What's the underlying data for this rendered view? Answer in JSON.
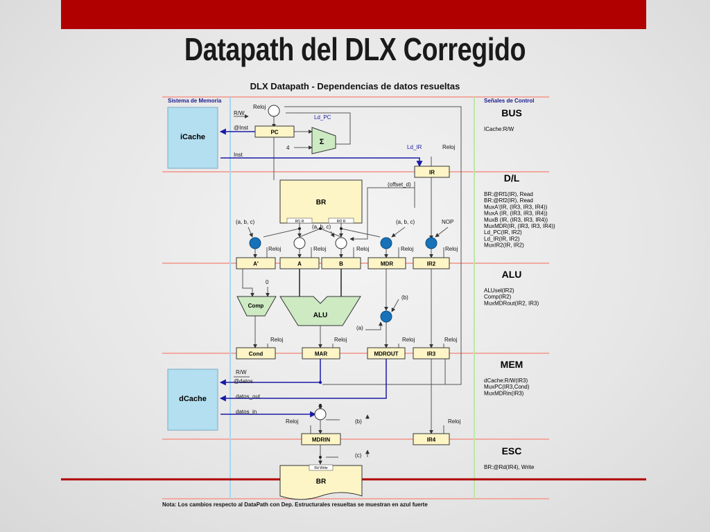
{
  "slide_title": "Datapath del DLX Corregido",
  "diagram": {
    "title": "DLX Datapath - Dependencias de datos resueltas",
    "left_header": "Sistema de Memoria",
    "right_header": "Señales de Control",
    "memories": {
      "icache": "iCache",
      "dcache": "dCache"
    },
    "registers": {
      "pc": "PC",
      "ir": "IR",
      "a_prime": "A'",
      "a": "A",
      "b": "B",
      "mdr": "MDR",
      "ir2": "IR2",
      "cond": "Cond",
      "mar": "MAR",
      "mdrout": "MDROUT",
      "ir3": "IR3",
      "mdrin": "MDRIN",
      "ir4": "IR4"
    },
    "units": {
      "br": "BR",
      "rf1": "Rf1 R",
      "rf2": "Rf2 R",
      "comp": "Comp",
      "alu": "ALU",
      "adder": "Σ",
      "br_wb": "BR",
      "rd_write": "Rd Write"
    },
    "signals": {
      "reloj": "Reloj",
      "rw": "R/W",
      "inst_addr": "@Inst",
      "inst": "Inst",
      "ld_pc": "Ld_PC",
      "ld_ir": "Ld_IR",
      "four": "4",
      "offset_d": "(offset_d)",
      "abc": "(a, b, c)",
      "nop": "NOP",
      "zero": "0",
      "a_tag": "(a)",
      "b_tag": "(b)",
      "c_tag": "(c)",
      "datos_addr": "@datos",
      "datos_out": "datos_out",
      "datos_in": "datos_in"
    },
    "stages": [
      {
        "name": "BUS",
        "lines": [
          "ICache:R/W"
        ]
      },
      {
        "name": "D/L",
        "lines": [
          "BR:@Rf1(IR), Read",
          "BR:@Rf2(IR), Read",
          "MuxA'(IR, (IR3, IR3, IR4))",
          "MuxA (IR, (IR3, IR3, IR4))",
          "MuxB (IR, (IR3, IR3, IR4))",
          "MuxMDR(IR, (IR3, IR3, IR4))",
          "Ld_PC(IR, IR2)",
          "Ld_IR(IR, IR2)",
          "MuxIR2(IR, IR2)"
        ]
      },
      {
        "name": "ALU",
        "lines": [
          "ALUsel(IR2)",
          "Comp(IR2)",
          "MuxMDRout(IR2, IR3)"
        ]
      },
      {
        "name": "MEM",
        "lines": [
          "dCache:R/W(IR3)",
          "MuxPC(IR3,Cond)",
          "MuxMDRin(IR3)"
        ]
      },
      {
        "name": "ESC",
        "lines": [
          "BR:@Rd(IR4), Write"
        ]
      }
    ],
    "note": "Nota: Los cambios respecto al DataPath con Dep. Estructurales resueltas se muestran en azul fuerte"
  },
  "colors": {
    "banner": "#b00000",
    "register_fill": "#fdf5c6",
    "memory_fill": "#b3dff0",
    "alu_fill": "#cdeac3",
    "mux_blue": "#1772b8",
    "highlight_blue": "#1a1aa6",
    "stage_line": "#f1a9a0",
    "memory_divider": "#a6d7ee",
    "control_divider": "#bfe6a8"
  }
}
